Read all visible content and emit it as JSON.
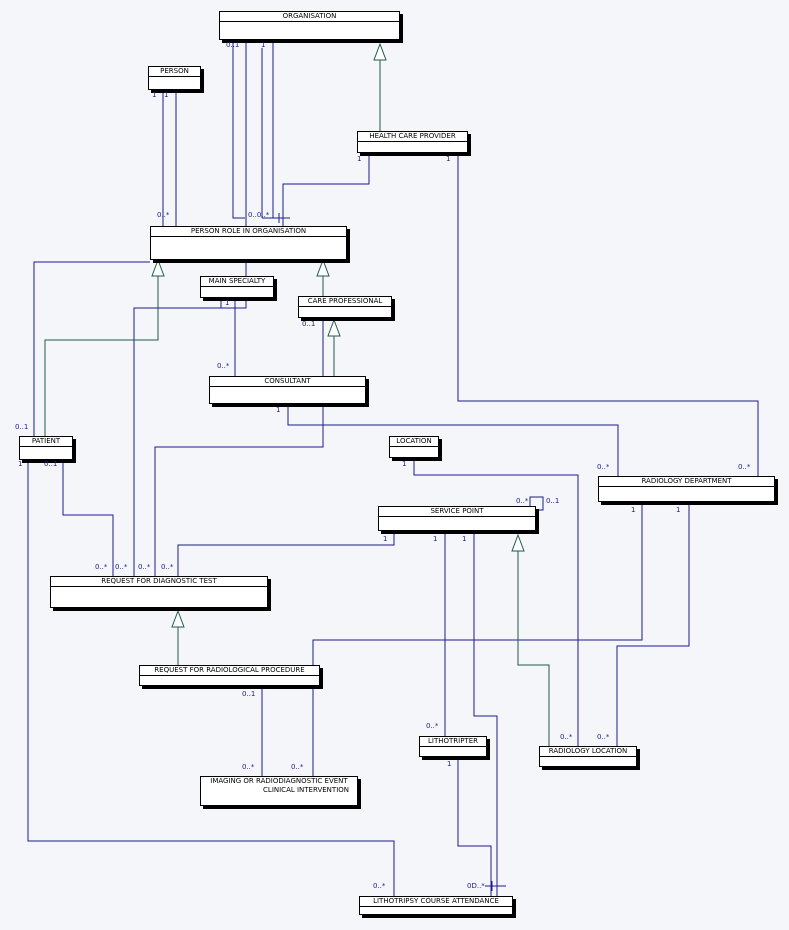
{
  "diagram": {
    "classes": {
      "organisation": "ORGANISATION",
      "person": "PERSON",
      "health_care_provider": "HEALTH CARE PROVIDER",
      "person_role": "PERSON ROLE IN ORGANISATION",
      "main_specialty": "MAIN SPECIALTY",
      "care_professional": "CARE PROFESSIONAL",
      "consultant": "CONSULTANT",
      "patient": "PATIENT",
      "location": "LOCATION",
      "radiology_department": "RADIOLOGY DEPARTMENT",
      "service_point": "SERVICE POINT",
      "request_diagnostic": "REQUEST FOR DIAGNOSTIC TEST",
      "request_radiological": "REQUEST FOR RADIOLOGICAL PROCEDURE",
      "lithotripter": "LITHOTRIPTER",
      "radiology_location": "RADIOLOGY LOCATION",
      "imaging_event_line1": "IMAGING OR RADIODIAGNOSTIC EVENT",
      "imaging_event_line2": "CLINICAL INTERVENTION",
      "lithotripsy_attendance": "LITHOTRIPSY COURSE ATTENDANCE"
    },
    "multiplicities": {
      "org_a": "0..1",
      "org_b": "1",
      "person_a": "1",
      "person_b": "1",
      "hcp_a": "1",
      "hcp_b": "1",
      "pro_a": "0..*",
      "pro_b": "0..0..*",
      "ms_a": "1",
      "cp_a": "0..1",
      "cons_a": "0..*",
      "cons_b": "1",
      "pat_a": "0..1",
      "pat_b": "1",
      "pat_c": "0..1",
      "loc_a": "1",
      "rd_a": "0..*",
      "rd_b": "0..*",
      "rd_c": "1",
      "rd_d": "1",
      "sp_self_a": "0..*",
      "sp_self_b": "0..1",
      "sp_a": "1",
      "sp_b": "1",
      "sp_c": "1",
      "rdt_a": "0..*",
      "rdt_b": "0..*",
      "rdt_c": "0..*",
      "rdt_d": "0..*",
      "rrp_a": "0..1",
      "img_a": "0..*",
      "img_b": "0..*",
      "lt_a": "0..*",
      "lt_b": "1",
      "rl_a": "0..*",
      "rl_b": "0..*",
      "lca_a": "0..*",
      "lca_b": "0D..*"
    },
    "colors": {
      "association": "#1c1c8c",
      "generalization": "#1f5b48",
      "class_border": "#000000",
      "background": "#f5f6fa"
    }
  }
}
